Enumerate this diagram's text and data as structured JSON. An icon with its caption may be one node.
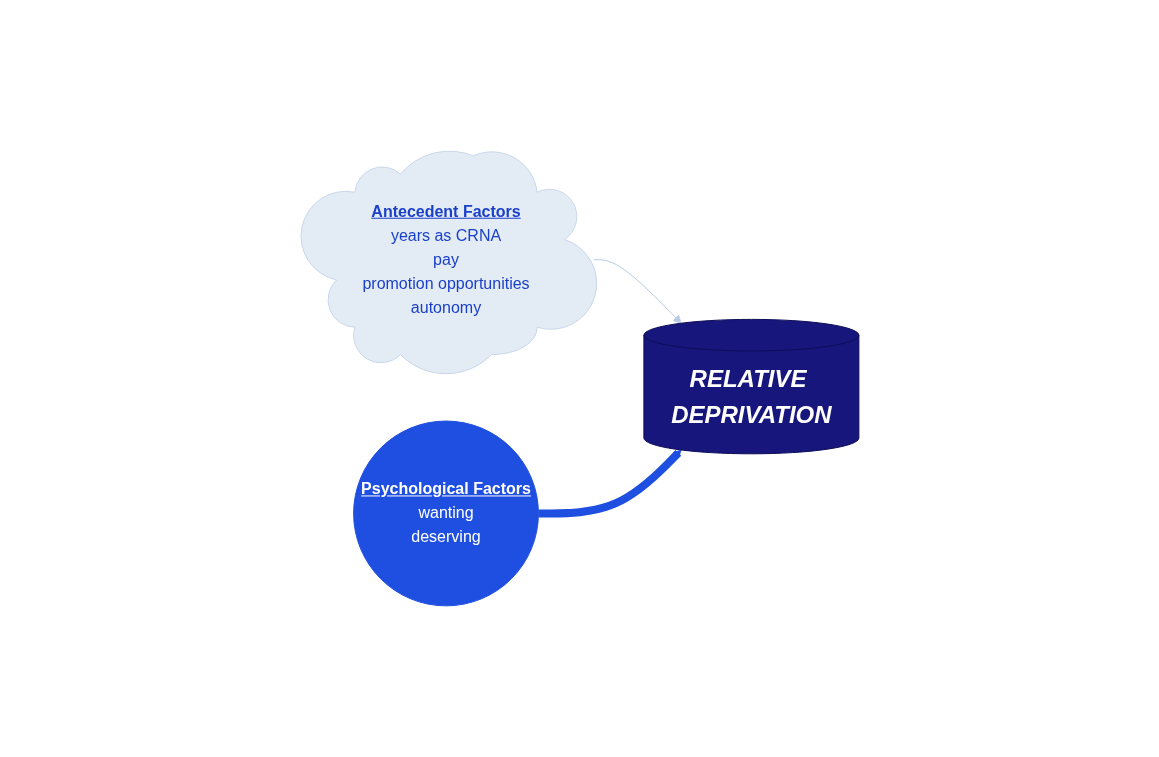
{
  "diagram": {
    "nodes": [
      {
        "text": [
          "Antecedent Factors",
          "years as CRNA",
          "pay",
          "promotion opportunities",
          "autonomy"
        ]
      },
      {
        "text": [
          "Psychological Factors",
          "wanting",
          "deserving"
        ]
      },
      {
        "text": [
          "RELATIVE DEPRIVATION"
        ]
      }
    ],
    "edges": [
      {
        "from": 0,
        "to": 2,
        "arrow": "to",
        "color": "#b8cbe6"
      },
      {
        "from": 1,
        "to": 2,
        "arrow": "to",
        "style": "thick",
        "color": "#1f4fe0"
      }
    ]
  }
}
